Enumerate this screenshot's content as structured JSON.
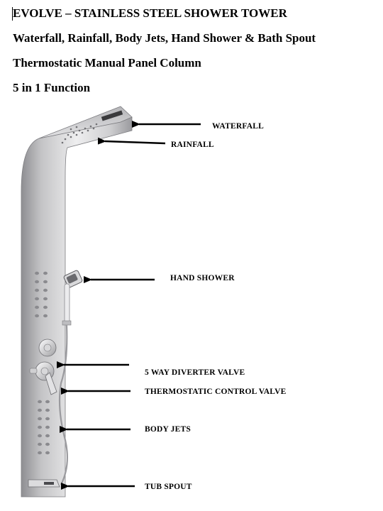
{
  "document": {
    "title": "EVOLVE – STAINLESS STEEL SHOWER TOWER",
    "subtitle_1": "Waterfall, Rainfall, Body Jets, Hand Shower & Bath Spout",
    "subtitle_2": "Thermostatic Manual Panel Column",
    "subtitle_3": "5 in 1 Function"
  },
  "callouts": {
    "waterfall": "WATERFALL",
    "rainfall": "RAINFALL",
    "hand_shower": "HAND SHOWER",
    "diverter_valve": "5 WAY DIVERTER VALVE",
    "thermostatic_valve": "THERMOSTATIC CONTROL VALVE",
    "body_jets": "BODY JETS",
    "tub_spout": "TUB SPOUT"
  },
  "colors": {
    "steel_light": "#eeeeef",
    "steel_mid": "#c4c4c6",
    "steel_dark": "#8e8e92",
    "arrow": "#000000"
  }
}
